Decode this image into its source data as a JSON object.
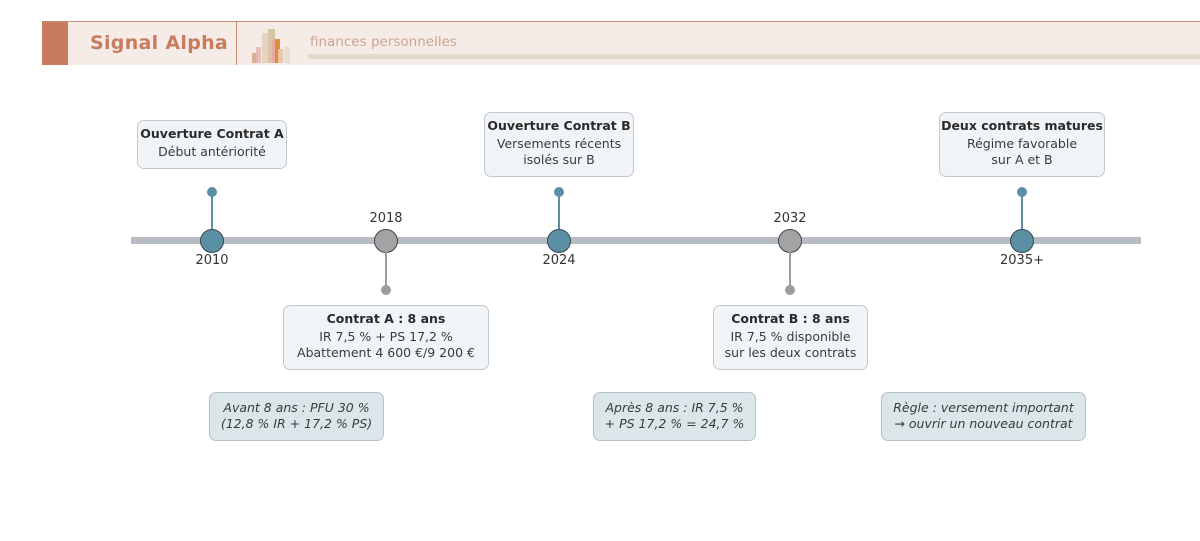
{
  "header": {
    "brand": "Signal Alpha",
    "tagline": "finances personnelles",
    "accent_color": "#c97b5e",
    "logo_icon": "bar-chart-logo-icon"
  },
  "timeline": {
    "colors": {
      "teal": "#5b8fa3",
      "grey": "#a3a3a3",
      "axis": "#b7bcc3"
    },
    "events": [
      {
        "year": "2010",
        "kind": "teal",
        "title": "Ouverture Contrat A",
        "lines": [
          "Début antériorité"
        ]
      },
      {
        "year": "2018",
        "kind": "grey",
        "title": "Contrat A : 8 ans",
        "lines": [
          "IR 7,5 % + PS 17,2 %",
          "Abattement 4 600 €/9 200 €"
        ]
      },
      {
        "year": "2024",
        "kind": "teal",
        "title": "Ouverture Contrat B",
        "lines": [
          "Versements récents",
          "isolés sur B"
        ]
      },
      {
        "year": "2032",
        "kind": "grey",
        "title": "Contrat B : 8 ans",
        "lines": [
          "IR 7,5 % disponible",
          "sur les deux contrats"
        ]
      },
      {
        "year": "2035+",
        "kind": "teal",
        "title": "Deux contrats matures",
        "lines": [
          "Régime favorable",
          "sur A et B"
        ]
      }
    ],
    "notes": [
      {
        "lines": [
          "Avant 8 ans : PFU 30 %",
          "(12,8 % IR + 17,2 % PS)"
        ]
      },
      {
        "lines": [
          "Après 8 ans : IR 7,5 %",
          "+ PS 17,2 % = 24,7 %"
        ]
      },
      {
        "lines": [
          "Règle : versement important",
          "→ ouvrir un nouveau contrat"
        ]
      }
    ]
  }
}
